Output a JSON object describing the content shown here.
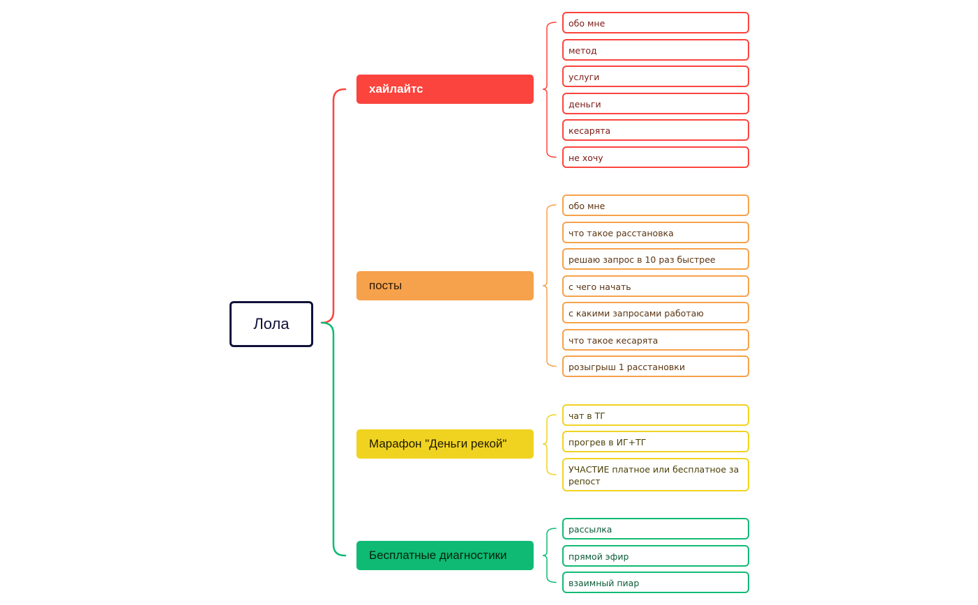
{
  "root": {
    "label": "Лола",
    "color": "#10123a"
  },
  "branches": [
    {
      "id": "highlights",
      "label": "хайлайтс",
      "color": "#fb443d",
      "text_color": "#ffffff",
      "leaf_text_color": "#7a1a16",
      "leaves": [
        "обо мне",
        "метод",
        "услуги",
        "деньги",
        "кесарята",
        "не хочу"
      ]
    },
    {
      "id": "posts",
      "label": "посты",
      "color": "#f6a14b",
      "text_color": "#2d1a08",
      "leaf_text_color": "#5a3410",
      "leaves": [
        "обо мне",
        "что такое расстановка",
        "решаю запрос в 10 раз быстрее",
        "с чего начать",
        "с какими запросами работаю",
        "что такое кесарята",
        "розыгрыш 1 расстановки"
      ]
    },
    {
      "id": "marathon",
      "label": "Марафон \"Деньги рекой\"",
      "color": "#f0d321",
      "text_color": "#1f1a02",
      "leaf_text_color": "#4a3f05",
      "leaves": [
        "чат в ТГ",
        "прогрев в ИГ+ТГ",
        "УЧАСТИЕ платное или бесплатное за репост"
      ]
    },
    {
      "id": "diagnostics",
      "label": "Бесплатные диагностики",
      "color": "#0fbb74",
      "text_color": "#04210f",
      "leaf_text_color": "#0b5a38",
      "leaves": [
        "рассылка",
        "прямой эфир",
        "взаимный пиар"
      ]
    }
  ]
}
